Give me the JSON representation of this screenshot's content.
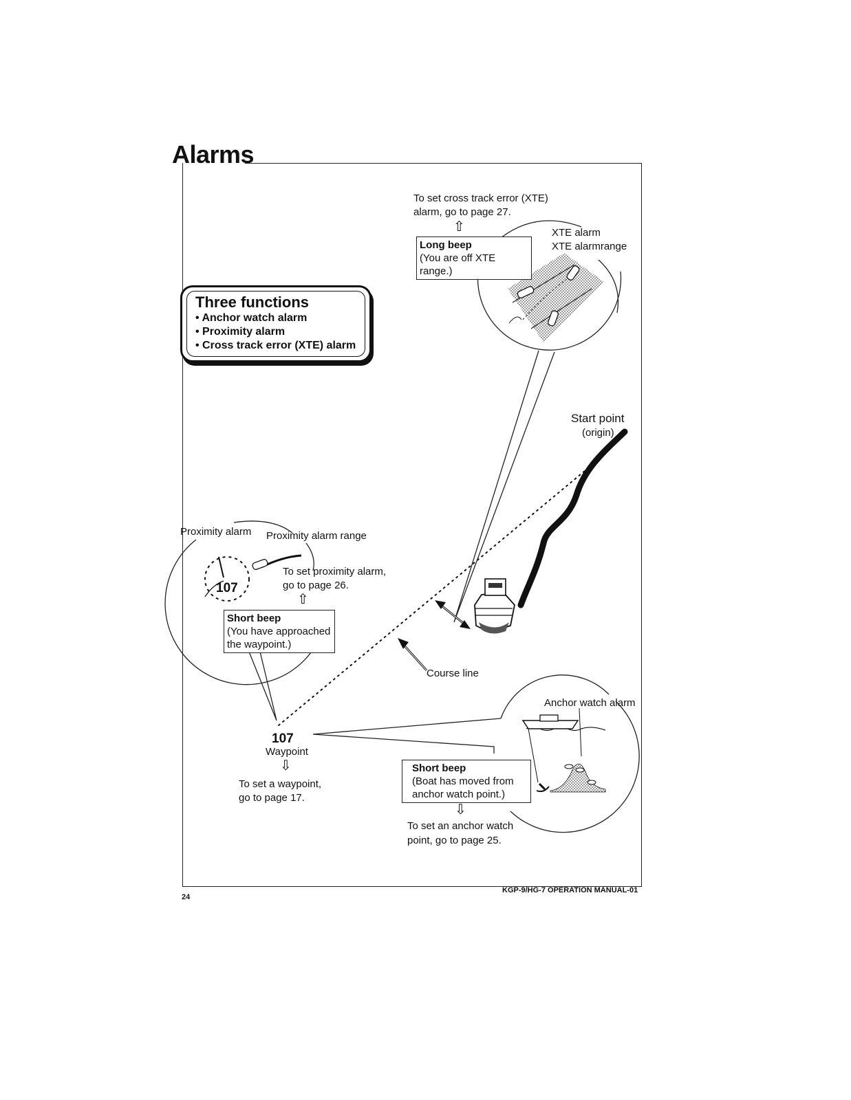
{
  "page": {
    "title": "Alarms",
    "page_number": "24",
    "footer": "KGP-9/HG-7 OPERATION MANUAL-01"
  },
  "functions_box": {
    "heading": "Three functions",
    "items": [
      "• Anchor watch alarm",
      "• Proximity alarm",
      "• Cross track error (XTE) alarm"
    ]
  },
  "xte": {
    "goto_line1": "To set cross track error (XTE)",
    "goto_line2": "alarm, go to page 27.",
    "alarm_label": "XTE alarm",
    "range_label": "XTE alarmrange",
    "beep_title": "Long beep",
    "beep_text": "(You are off XTE range.)"
  },
  "start": {
    "label": "Start point",
    "sub": "(origin)"
  },
  "proximity": {
    "alarm_label": "Proximity alarm",
    "range_label": "Proximity alarm range",
    "goto_line1": "To set proximity alarm,",
    "goto_line2": "go to page 26.",
    "waypoint_mark": "107",
    "beep_title": "Short beep",
    "beep_line1": "(You have approached",
    "beep_line2": "the waypoint.)"
  },
  "course": {
    "label": "Course line"
  },
  "waypoint": {
    "number": "107",
    "label": "Waypoint",
    "goto_line1": "To set a waypoint,",
    "goto_line2": "go to page 17."
  },
  "anchor": {
    "alarm_label": "Anchor watch alarm",
    "beep_title": "Short beep",
    "beep_line1": "(Boat has moved from",
    "beep_line2": "anchor watch point.)",
    "goto_line1": "To set an anchor watch",
    "goto_line2": "point, go to page 25."
  },
  "icons": {
    "arrow_up": "⇧",
    "arrow_down": "⇩"
  }
}
